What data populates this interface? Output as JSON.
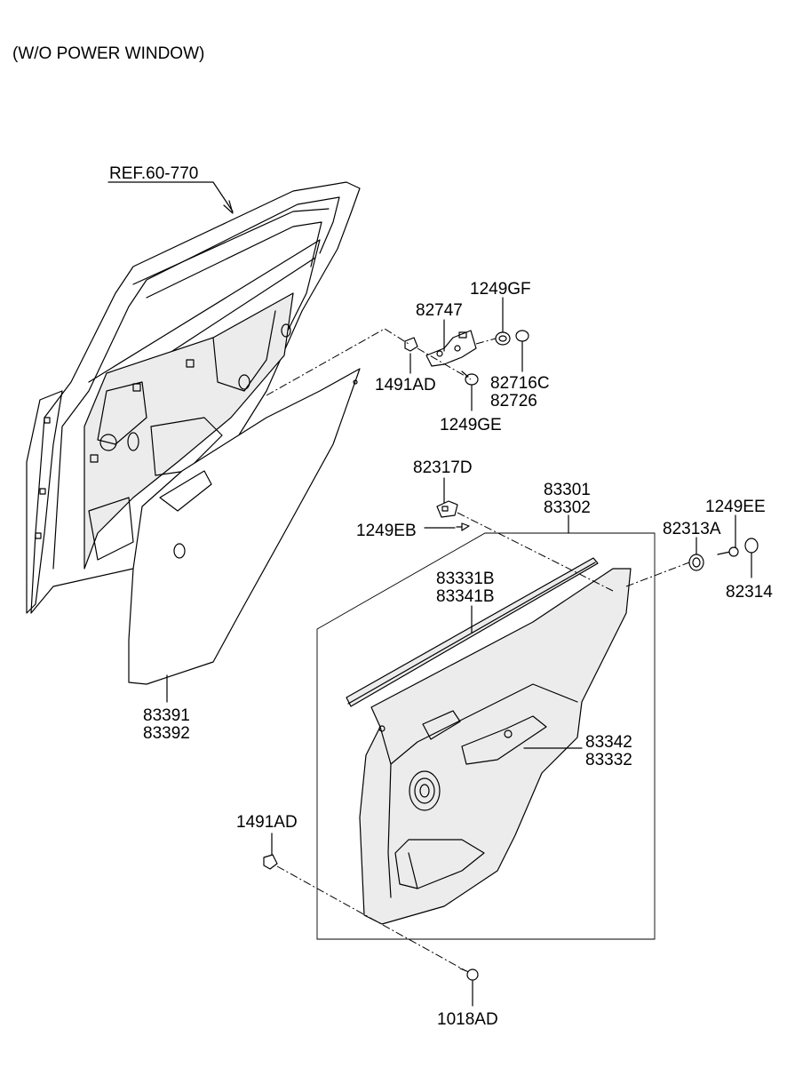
{
  "header": {
    "note": "(W/O POWER WINDOW)"
  },
  "labels": {
    "ref": "REF.60-770",
    "p1249GF": "1249GF",
    "p82747": "82747",
    "p1491AD_top": "1491AD",
    "p82716C": "82716C",
    "p82726": "82726",
    "p1249GE": "1249GE",
    "p82317D": "82317D",
    "p83301": "83301",
    "p83302": "83302",
    "p1249EE": "1249EE",
    "p1249EB": "1249EB",
    "p82313A": "82313A",
    "p82314": "82314",
    "p83331B": "83331B",
    "p83341B": "83341B",
    "p83391": "83391",
    "p83392": "83392",
    "p83342": "83342",
    "p83332": "83332",
    "p1491AD_bottom": "1491AD",
    "p1018AD": "1018AD"
  }
}
